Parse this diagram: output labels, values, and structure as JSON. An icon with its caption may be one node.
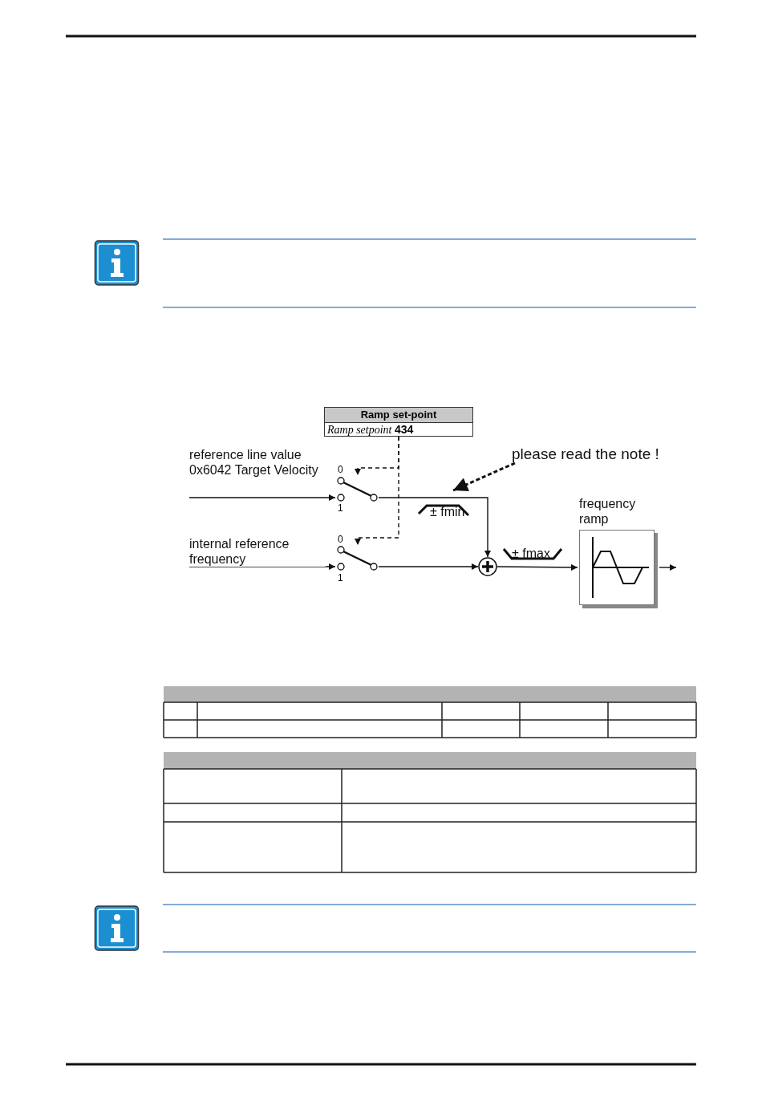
{
  "diagram": {
    "nodes": [
      {
        "text": [
          "Ramp set-point",
          "*Ramp setpoint* **434**"
        ]
      },
      {
        "text": [],
        "shape": "switch",
        "beside": [
          "0",
          "1"
        ]
      },
      {
        "text": [],
        "shape": "switch",
        "beside": [
          "0",
          "1"
        ]
      },
      {
        "text": [],
        "shape": "circle"
      },
      {
        "text": [
          "frequency ramp"
        ]
      },
      {
        "text": [
          "please read the note !"
        ]
      }
    ],
    "edges": [
      {
        "from": null,
        "to": 1,
        "arrow": "to",
        "label": "reference line value 0x6042 Target Velocity"
      },
      {
        "from": null,
        "to": 2,
        "arrow": "to",
        "label": "internal reference frequency"
      },
      {
        "from": 0,
        "to": 1,
        "arrow": "to",
        "style": "dashed"
      },
      {
        "from": 0,
        "to": 2,
        "arrow": "to",
        "style": "dashed"
      },
      {
        "from": 1,
        "to": 3,
        "arrow": "to",
        "label": "± fmin"
      },
      {
        "from": 2,
        "to": 3,
        "arrow": "to"
      },
      {
        "from": 3,
        "to": 4,
        "arrow": "to",
        "label": "± fmax"
      },
      {
        "from": 4,
        "to": null,
        "arrow": "to"
      },
      {
        "from": 5,
        "to": null,
        "arrow": "to",
        "style": "dashed"
      }
    ]
  }
}
